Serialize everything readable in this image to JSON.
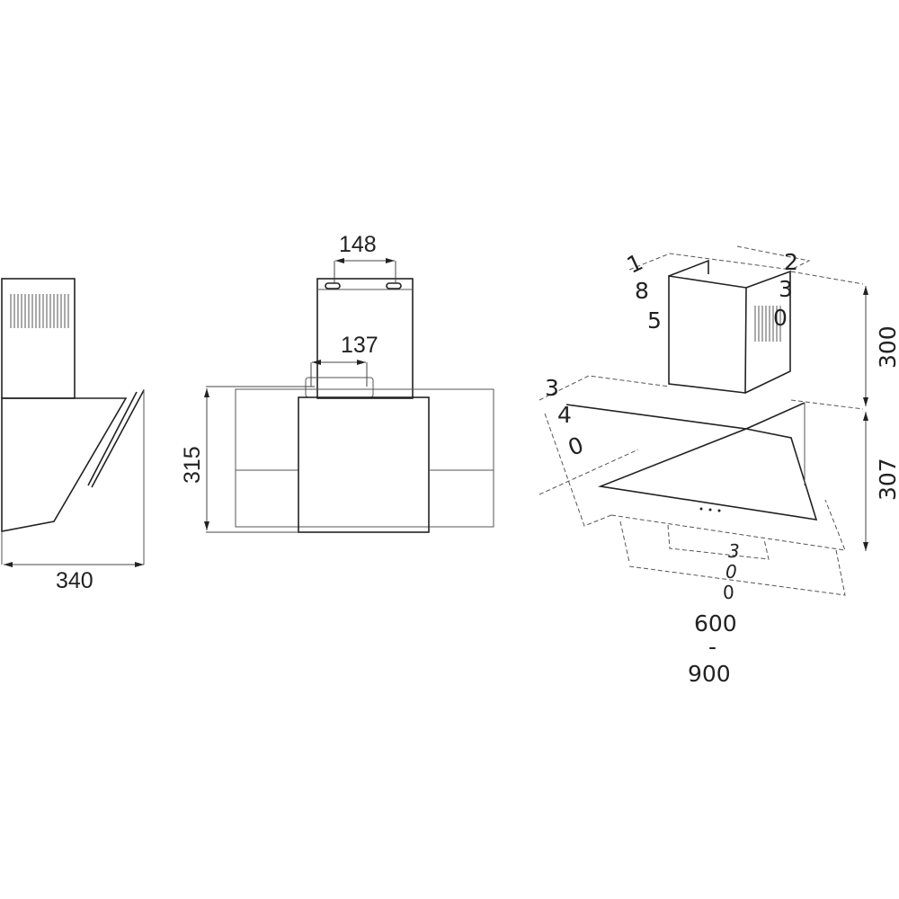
{
  "side_view": {
    "width_label": "340"
  },
  "front_view": {
    "top_spacing_label": "148",
    "bracket_spacing_label": "137",
    "height_label": "315"
  },
  "iso_view": {
    "chimney_depth_digits": [
      "1",
      "8",
      "5"
    ],
    "chimney_width_digits": [
      "2",
      "3",
      "0"
    ],
    "chimney_height_label": "300",
    "hood_depth_digits": [
      "3",
      "4",
      "0"
    ],
    "hood_height_label": "307",
    "hood_inner_width_digits": [
      "3",
      "0",
      "0"
    ],
    "hood_width_label_a": "600",
    "hood_width_label_sep": "-",
    "hood_width_label_b": "900"
  }
}
